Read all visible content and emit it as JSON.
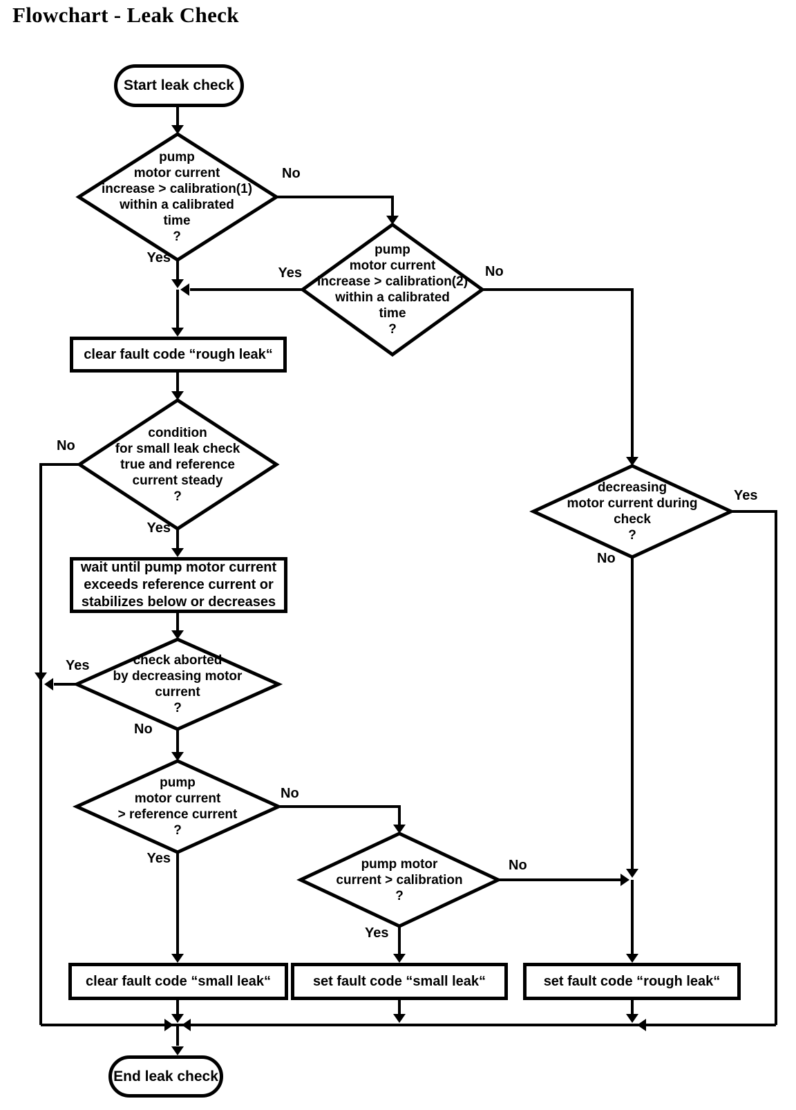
{
  "title": "Flowchart - Leak Check",
  "nodes": {
    "start": {
      "label": "Start leak check"
    },
    "decision_rough_increase_cal1": {
      "label": "pump\nmotor current\nincrease > calibration(1)\nwithin a calibrated\ntime\n?"
    },
    "decision_rough_increase_cal2": {
      "label": "pump\nmotor current\nincrease > calibration(2)\nwithin a calibrated\ntime\n?"
    },
    "process_clear_rough_leak": {
      "label": "clear fault code “rough leak“"
    },
    "decision_small_leak_condition": {
      "label": "condition\nfor small leak check\ntrue and reference\ncurrent steady\n?"
    },
    "process_wait": {
      "label": "wait until pump motor current\nexceeds reference current or\nstabilizes below or decreases"
    },
    "decision_check_aborted": {
      "label": "check aborted\nby decreasing motor\ncurrent\n?"
    },
    "decision_current_gt_reference": {
      "label": "pump\nmotor current\n> reference current\n?"
    },
    "decision_current_gt_calibration": {
      "label": "pump motor\ncurrent > calibration\n?"
    },
    "decision_decreasing_during_check": {
      "label": "decreasing\nmotor current during\ncheck\n?"
    },
    "process_clear_small_leak": {
      "label": "clear fault code “small leak“"
    },
    "process_set_small_leak": {
      "label": "set fault code “small leak“"
    },
    "process_set_rough_leak": {
      "label": "set fault code “rough leak“"
    },
    "end": {
      "label": "End leak check"
    }
  },
  "edge_labels": {
    "d1_no": "No",
    "d1_yes": "Yes",
    "d2_yes": "Yes",
    "d2_no": "No",
    "d3_no": "No",
    "d3_yes": "Yes",
    "d4_yes": "Yes",
    "d4_no": "No",
    "d5_yes": "Yes",
    "d5_no": "No",
    "d6_yes": "Yes",
    "d6_no": "No",
    "d7_yes": "Yes",
    "d7_no": "No"
  },
  "colors": {
    "line": "#000000",
    "background": "#ffffff",
    "text": "#000000"
  }
}
